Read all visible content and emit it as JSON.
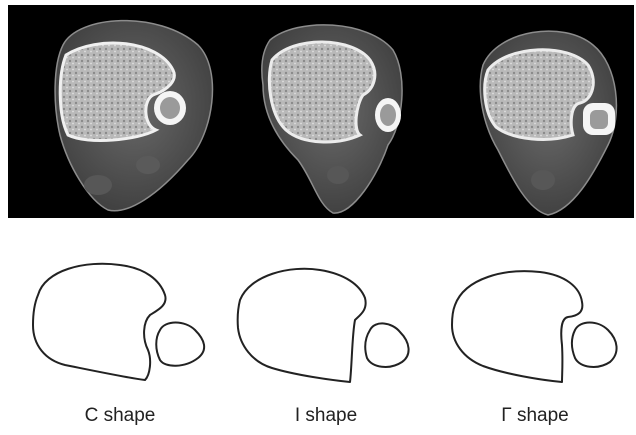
{
  "figure": {
    "colors": {
      "background": "#ffffff",
      "ct_background": "#000000",
      "outline": "#222222",
      "caption": "#222222"
    },
    "panels": [
      {
        "shape": "C shape",
        "caption": "C shape"
      },
      {
        "shape": "I shape",
        "caption": "I shape"
      },
      {
        "shape": "Γ shape",
        "caption": "Γ shape"
      }
    ]
  }
}
